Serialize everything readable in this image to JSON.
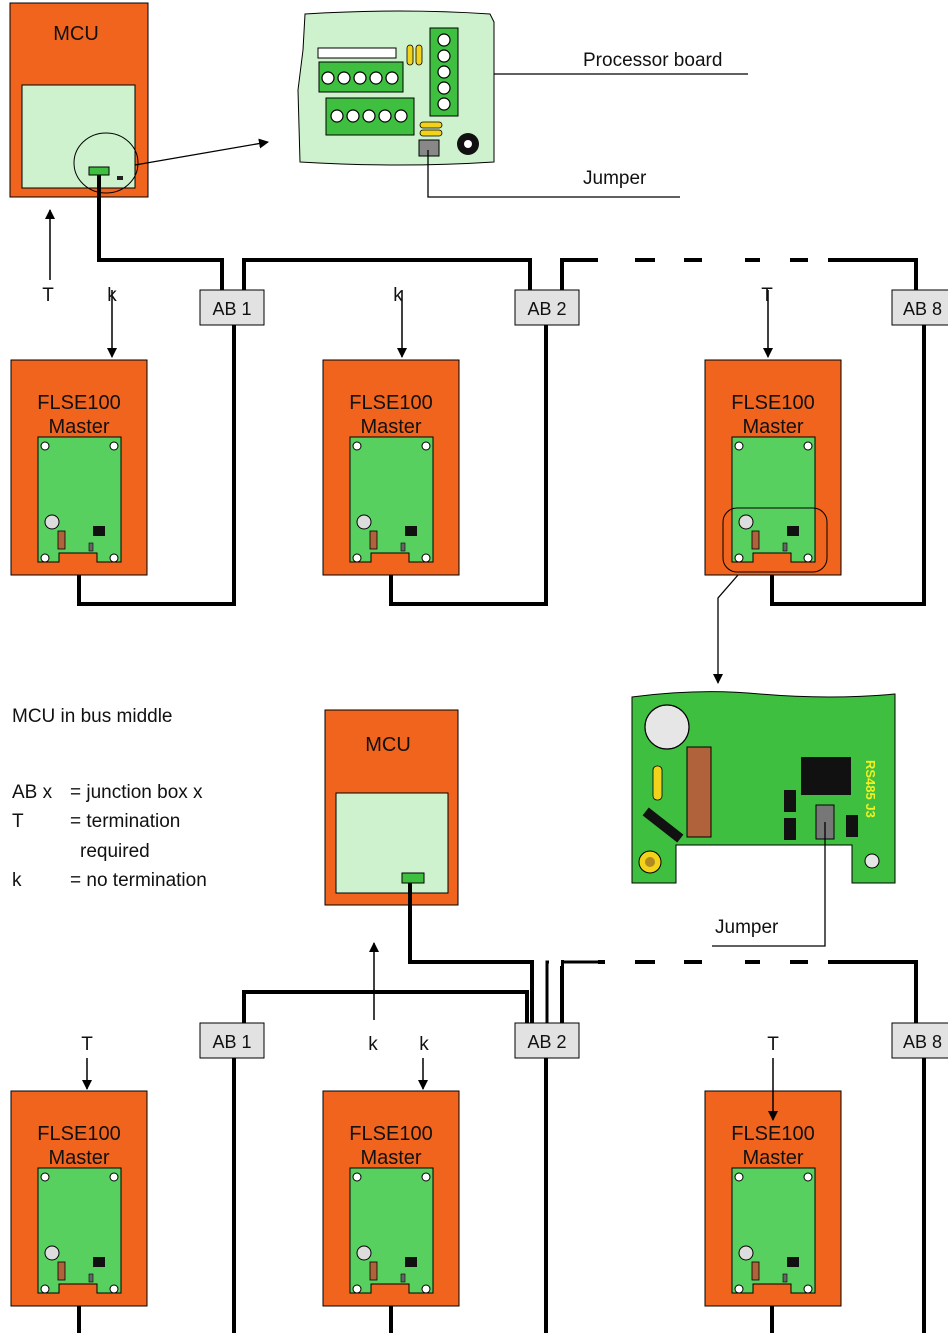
{
  "colors": {
    "device_orange": "#f0641e",
    "board_pale": "#cdf2cd",
    "board_green": "#58d060",
    "connector_green": "#3fbf3f",
    "junction_grey": "#e2e2e2",
    "wire": "#000000"
  },
  "top": {
    "mcu_label": "MCU",
    "processor_board_label": "Processor board",
    "jumper_label": "Jumper",
    "mcu_arrow_label": "T",
    "junction_boxes": [
      "AB 1",
      "AB 2",
      "AB 8"
    ],
    "sensors": [
      {
        "title": "FLSE100",
        "subtitle": "Master",
        "arrow_label": "k"
      },
      {
        "title": "FLSE100",
        "subtitle": "Master",
        "arrow_label": "k"
      },
      {
        "title": "FLSE100",
        "subtitle": "Master",
        "arrow_label": "T"
      }
    ]
  },
  "detail": {
    "board_label": "RS485 J3",
    "jumper_label": "Jumper"
  },
  "legend": {
    "title": "MCU in bus middle",
    "line1_key": "AB x",
    "line1_text": "= junction box x",
    "line2_key": "T",
    "line2_text": "= termination",
    "line2_cont": "required",
    "line3_key": "k",
    "line3_text": "= no termination"
  },
  "bottom": {
    "mcu_label": "MCU",
    "mcu_arrow_label": "k",
    "junction_boxes": [
      "AB 1",
      "AB 2",
      "AB 8"
    ],
    "sensors": [
      {
        "title": "FLSE100",
        "subtitle": "Master",
        "arrow_label": "T"
      },
      {
        "title": "FLSE100",
        "subtitle": "Master",
        "arrow_label": "k"
      },
      {
        "title": "FLSE100",
        "subtitle": "Master",
        "arrow_label": "T"
      }
    ]
  }
}
